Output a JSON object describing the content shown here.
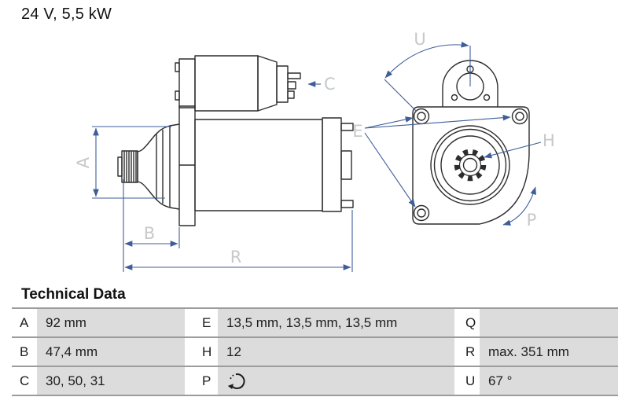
{
  "title": "24 V, 5,5 kW",
  "diagram": {
    "labels": {
      "A": "A",
      "B": "B",
      "C": "C",
      "E": "E",
      "H": "H",
      "P": "P",
      "R": "R",
      "U": "U"
    },
    "views": {
      "left": "starter-motor-side-view",
      "right": "starter-motor-front-view"
    },
    "rotation_icon_meaning": "direction-of-rotation"
  },
  "table": {
    "heading": "Technical Data",
    "rows": [
      {
        "cells": [
          {
            "k": "A",
            "v": "92 mm"
          },
          {
            "k": "E",
            "v": "13,5 mm, 13,5 mm, 13,5 mm"
          },
          {
            "k": "Q",
            "v": ""
          }
        ]
      },
      {
        "cells": [
          {
            "k": "B",
            "v": "47,4 mm"
          },
          {
            "k": "H",
            "v": "12"
          },
          {
            "k": "R",
            "v": "max. 351 mm"
          }
        ]
      },
      {
        "cells": [
          {
            "k": "C",
            "v": "30, 50, 31"
          },
          {
            "k": "P",
            "v": "",
            "icon": "rotation-direction-icon"
          },
          {
            "k": "U",
            "v": "67 °"
          }
        ]
      }
    ]
  },
  "colors": {
    "dimension_line": "#3e5d99",
    "dim_label": "#c6c8ca",
    "drawing_line": "#2d2d2d",
    "table_cell_bg": "#dcdcdc",
    "table_border": "#9c9c9c"
  }
}
